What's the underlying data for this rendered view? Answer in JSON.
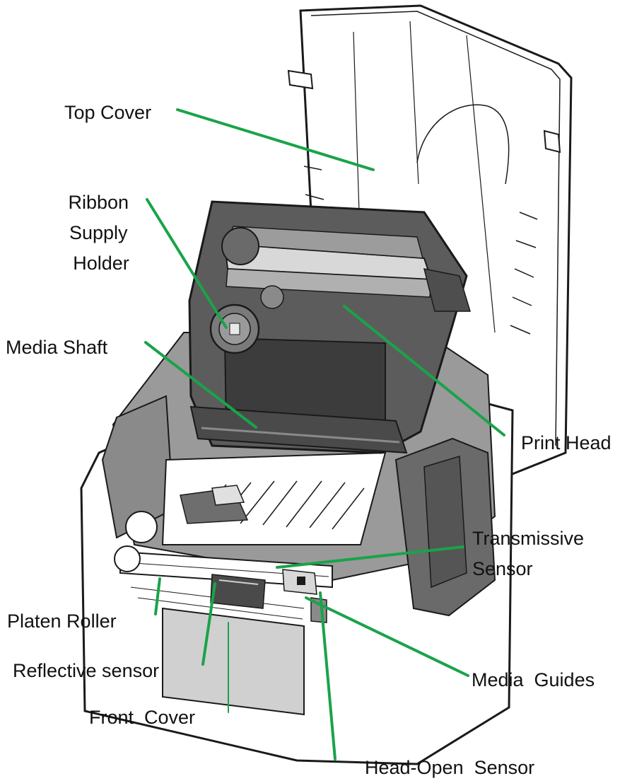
{
  "colors": {
    "leader": "#1aa34a",
    "outline": "#1a1a1a",
    "dark_gray": "#5a5a5a",
    "mid_gray": "#8c8c8c",
    "light_gray": "#d4d4d4",
    "white": "#ffffff"
  },
  "labels": {
    "top_cover": "Top Cover",
    "ribbon_supply_holder": [
      "Ribbon",
      "Supply",
      "Holder"
    ],
    "media_shaft": "Media Shaft",
    "print_head": "Print Head",
    "transmissive_sensor": [
      "Transmissive",
      "Sensor"
    ],
    "platen_roller": "Platen Roller",
    "media_guides": "Media  Guides",
    "reflective_sensor": "Reflective sensor",
    "front_cover": "Front  Cover",
    "head_open_sensor": "Head-Open  Sensor"
  }
}
